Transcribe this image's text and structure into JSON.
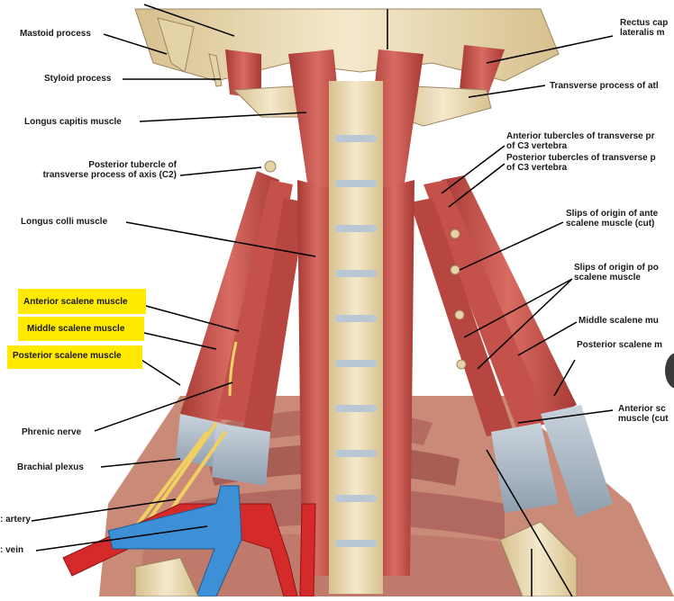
{
  "labels": {
    "mastoid": "Mastoid process",
    "styloid": "Styloid process",
    "longus_capitis": "Longus capitis muscle",
    "posterior_tubercle_axis_1": "Posterior tubercle of",
    "posterior_tubercle_axis_2": "transverse process of axis (C2)",
    "longus_colli": "Longus colli muscle",
    "anterior_scalene": "Anterior scalene muscle",
    "middle_scalene": "Middle scalene muscle",
    "posterior_scalene": "Posterior scalene muscle",
    "phrenic": "Phrenic nerve",
    "brachial": "Brachial plexus",
    "artery": ": artery",
    "vein": ": vein",
    "rectus_cap_1": "Rectus cap",
    "rectus_cap_2": "lateralis m",
    "transverse_atlas": "Transverse process of atl",
    "ant_tub_c3_1": "Anterior tubercles of transverse pr",
    "ant_tub_c3_2": "of C3 vertebra",
    "post_tub_c3_1": "Posterior tubercles of transverse p",
    "post_tub_c3_2": "of C3 vertebra",
    "slips_ant_1": "Slips of origin of ante",
    "slips_ant_2": "scalene muscle (cut)",
    "slips_post_1": "Slips of origin of po",
    "slips_post_2": "scalene muscle",
    "middle_scalene_r": "Middle scalene mu",
    "posterior_scalene_r": "Posterior scalene m",
    "anterior_sc_r_1": "Anterior sc",
    "anterior_sc_r_2": "muscle (cut"
  },
  "colors": {
    "highlight": "#ffea00",
    "muscle": "#c9504a",
    "muscle_dark": "#a83a35",
    "bone": "#eadbb4",
    "artery": "#d42a2a",
    "vein": "#3d8fd6",
    "nerve": "#f0d060"
  }
}
